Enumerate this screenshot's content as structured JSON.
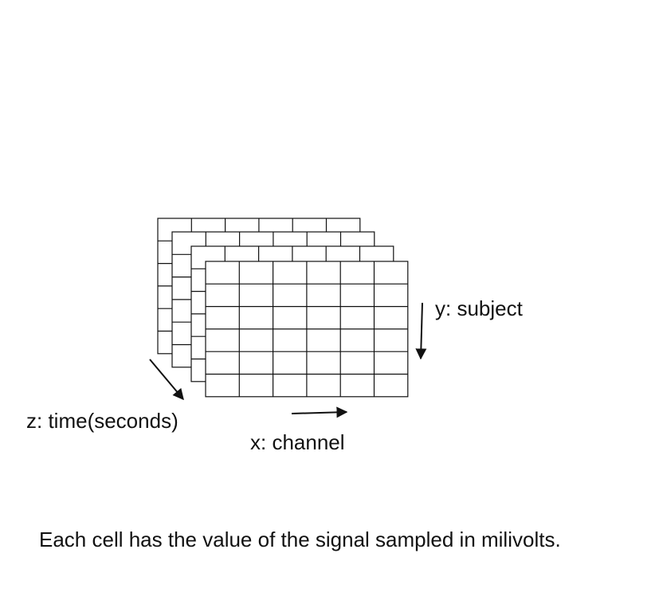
{
  "axes": {
    "x_label": "x: channel",
    "y_label": "y: subject",
    "z_label": "z: time(seconds)"
  },
  "caption": "Each cell has the value of the signal sampled in milivolts.",
  "grid": {
    "layers": 4,
    "rows": 6,
    "columns": 6
  },
  "colors": {
    "line": "#111111",
    "fill": "#ffffff"
  }
}
